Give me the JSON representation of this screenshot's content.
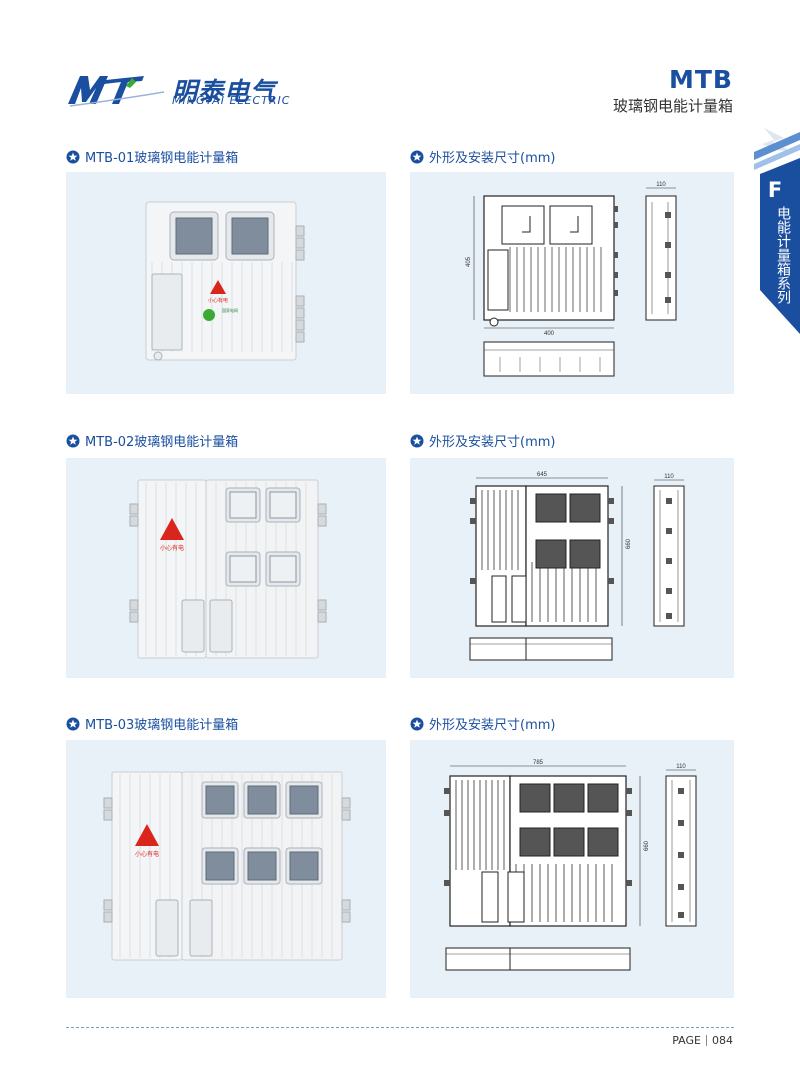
{
  "header": {
    "logo_cn": "明泰电气",
    "logo_en": "MINGTAI ELECTRIC",
    "series_code": "MTB",
    "series_name": "玻璃钢电能计量箱"
  },
  "side_tab": {
    "letter": "F",
    "label": "电能计量箱系列"
  },
  "colors": {
    "brand_blue": "#1a4fa0",
    "panel_bg": "#e8f1f8",
    "warning_red": "#d9251c"
  },
  "sections": [
    {
      "product_title": "MTB-01玻璃钢电能计量箱",
      "dims_title": "外形及安装尺寸(mm)",
      "dims": {
        "height": "405",
        "width": "400",
        "depth": "110"
      },
      "photo_labels": {
        "warning": "小心有电",
        "brand": "国家电网"
      }
    },
    {
      "product_title": "MTB-02玻璃钢电能计量箱",
      "dims_title": "外形及安装尺寸(mm)",
      "dims": {
        "height": "660",
        "width": "645",
        "depth": "110"
      },
      "photo_labels": {
        "warning": "小心有电"
      }
    },
    {
      "product_title": "MTB-03玻璃钢电能计量箱",
      "dims_title": "外形及安装尺寸(mm)",
      "dims": {
        "height": "660",
        "width": "785",
        "depth": "110"
      },
      "photo_labels": {
        "warning": "小心有电"
      }
    }
  ],
  "footer": {
    "page_label": "PAGE",
    "page_number": "084"
  }
}
